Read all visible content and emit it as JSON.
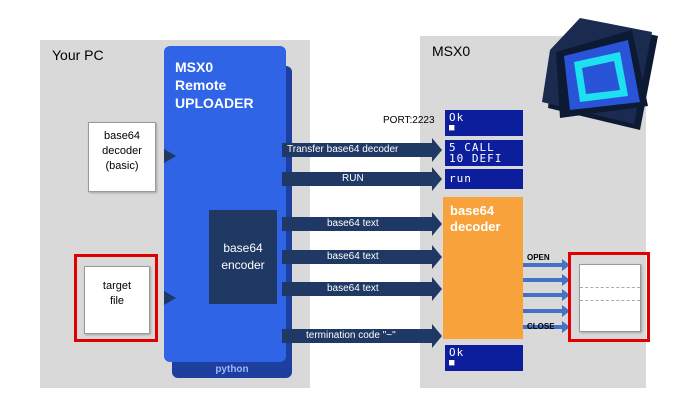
{
  "left_panel": {
    "title": "Your PC"
  },
  "right_panel": {
    "title": "MSX0"
  },
  "uploader": {
    "line1": "MSX0",
    "line2": "Remote",
    "line3": "UPLOADER",
    "footer": "python"
  },
  "encoder": {
    "line1": "base64",
    "line2": "encoder"
  },
  "decoder_doc": {
    "line1": "base64",
    "line2": "decoder",
    "line3": "(basic)"
  },
  "target_doc": {
    "line1": "target",
    "line2": "file"
  },
  "port_label": "PORT:2223",
  "arrows": {
    "transfer": "Transfer base64 decoder",
    "run": "RUN",
    "text1": "base64 text",
    "text2": "base64 text",
    "text3": "base64 text",
    "termination": "termination code \"~\""
  },
  "screens": {
    "ok_top": {
      "line1": "Ok",
      "cursor": "■"
    },
    "program": {
      "line1": "5 CALL",
      "line2": "10 DEFI"
    },
    "run": {
      "line1": "run"
    },
    "ok_bottom": {
      "line1": "Ok",
      "cursor": "■"
    }
  },
  "decoder_box": {
    "line1": "base64",
    "line2": "decoder"
  },
  "file_ops": {
    "open": "OPEN",
    "close": "CLOSE"
  },
  "colors": {
    "uploader": "#2f64e6",
    "arrow": "#1f3864",
    "screen": "#0c1e9c",
    "decoder": "#f7a23a",
    "highlight": "#e00000",
    "file_arrow": "#4472c4"
  }
}
